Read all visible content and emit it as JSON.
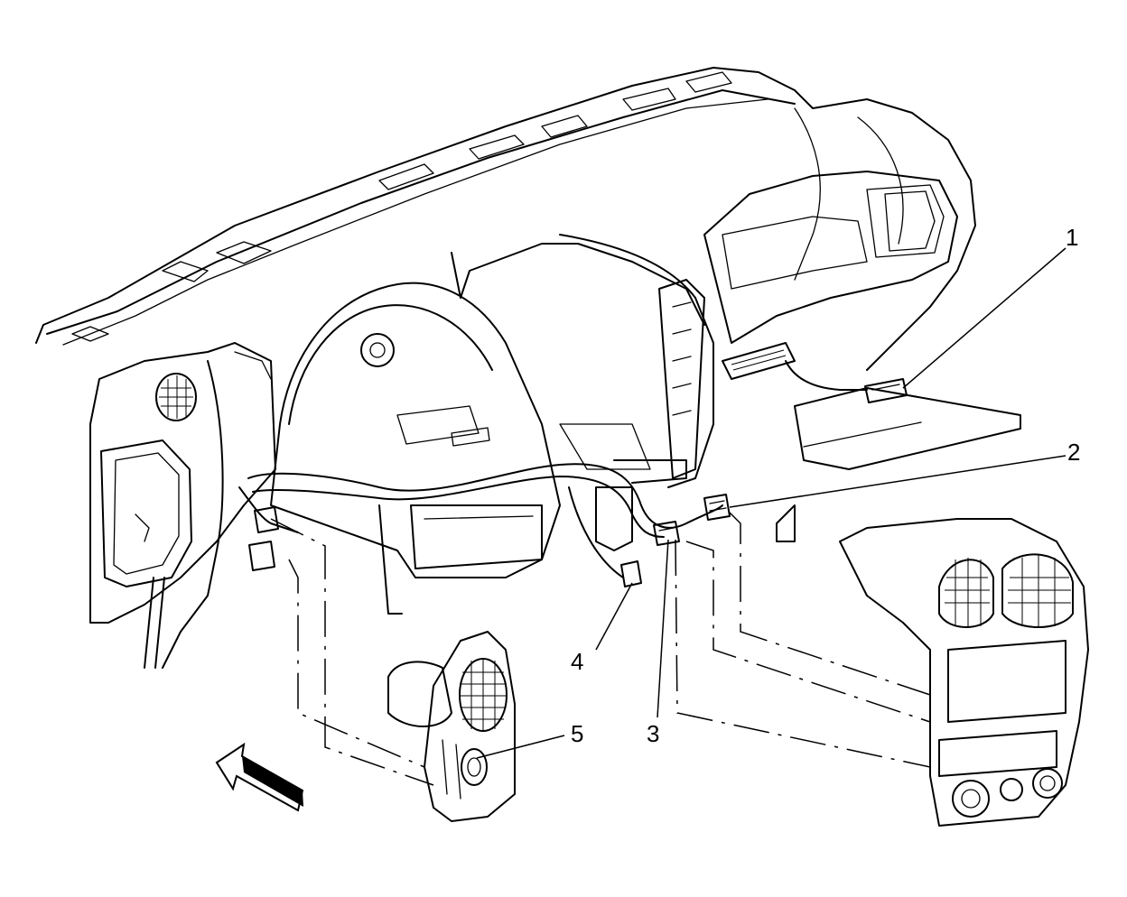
{
  "callouts": [
    {
      "id": "1",
      "label": "1"
    },
    {
      "id": "2",
      "label": "2"
    },
    {
      "id": "3",
      "label": "3"
    },
    {
      "id": "4",
      "label": "4"
    },
    {
      "id": "5",
      "label": "5"
    }
  ],
  "icons": {
    "direction_arrow": "forward-arrow-icon"
  }
}
